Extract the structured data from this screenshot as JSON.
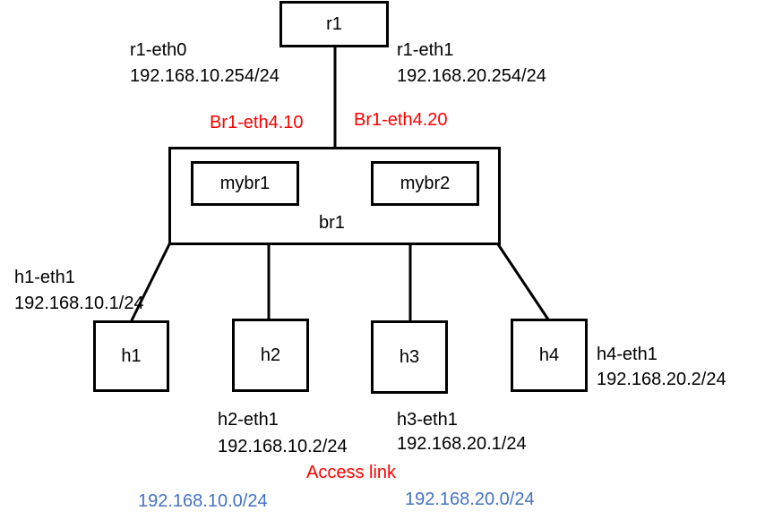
{
  "nodes": {
    "r1": "r1",
    "br1": "br1",
    "mybr1": "mybr1",
    "mybr2": "mybr2",
    "h1": "h1",
    "h2": "h2",
    "h3": "h3",
    "h4": "h4"
  },
  "labels": {
    "r1_eth0": "r1-eth0",
    "r1_eth0_ip": "192.168.10.254/24",
    "r1_eth1": "r1-eth1",
    "r1_eth1_ip": "192.168.20.254/24",
    "br1_eth4_10": "Br1-eth4.10",
    "br1_eth4_20": "Br1-eth4.20",
    "h1_eth1": "h1-eth1",
    "h1_eth1_ip": "192.168.10.1/24",
    "h2_eth1": "h2-eth1",
    "h2_eth1_ip": "192.168.10.2/24",
    "h3_eth1": "h3-eth1",
    "h3_eth1_ip": "192.168.20.1/24",
    "h4_eth1": "h4-eth1",
    "h4_eth1_ip": "192.168.20.2/24",
    "access_link": "Access link"
  },
  "subnets": {
    "left": "192.168.10.0/24",
    "right": "192.168.20.0/24"
  },
  "colors": {
    "red_label": "#ff0000",
    "subnet_blue": "#4472c4",
    "line": "#000000"
  }
}
